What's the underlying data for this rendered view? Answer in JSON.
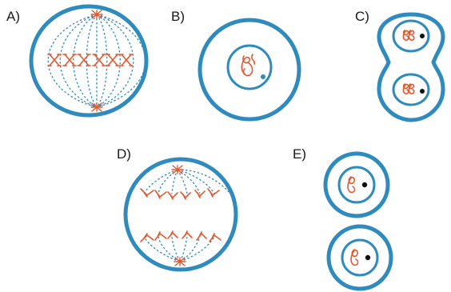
{
  "panels": [
    {
      "id": "A",
      "label": "A)"
    },
    {
      "id": "B",
      "label": "B)"
    },
    {
      "id": "C",
      "label": "C)"
    },
    {
      "id": "D",
      "label": "D)"
    },
    {
      "id": "E",
      "label": "E)"
    }
  ],
  "colors": {
    "membrane": "#2f8bbd",
    "chromosome": "#e8562d",
    "centrosome": "#e8562d",
    "dot_blue": "#2f8bbd",
    "dot_black": "#111111"
  }
}
